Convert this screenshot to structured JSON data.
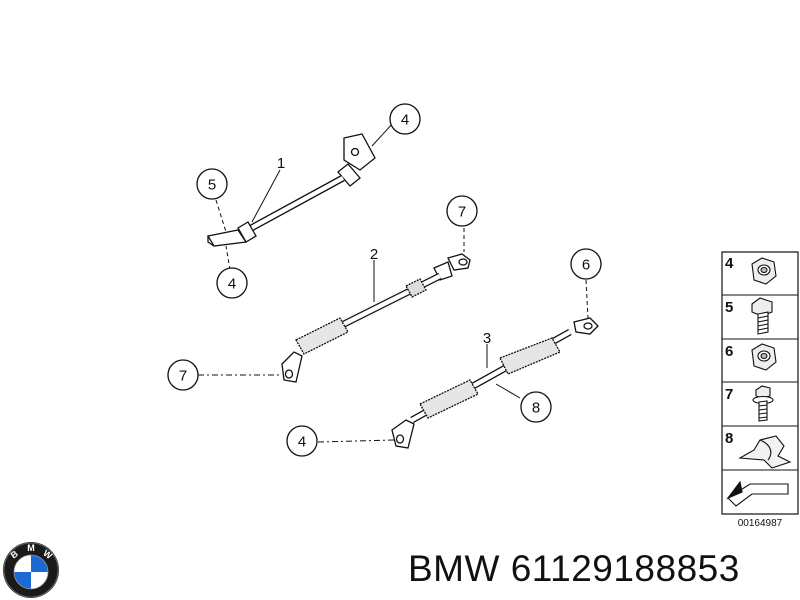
{
  "callouts": {
    "c_4_top": "4",
    "c_5": "5",
    "c_4_left": "4",
    "c_7_top": "7",
    "c_7_left": "7",
    "c_6": "6",
    "c_8": "8",
    "c_4_bottom": "4"
  },
  "part_labels": {
    "p1": "1",
    "p2": "2",
    "p3": "3"
  },
  "legend": {
    "items": [
      {
        "num": "4",
        "icon": "hex-nut-icon"
      },
      {
        "num": "5",
        "icon": "hex-bolt-icon"
      },
      {
        "num": "6",
        "icon": "lock-nut-icon"
      },
      {
        "num": "7",
        "icon": "bolt-washer-icon"
      },
      {
        "num": "8",
        "icon": "cable-clip-icon"
      }
    ],
    "footer_icon": "arrow-icon"
  },
  "catalog_number": "00164987",
  "title": "BMW 61129188853",
  "logo": {
    "letters": [
      "B",
      "M",
      "W"
    ],
    "colors": {
      "ring": "#1a1a1a",
      "blue": "#1c69d4",
      "white": "#ffffff"
    }
  }
}
